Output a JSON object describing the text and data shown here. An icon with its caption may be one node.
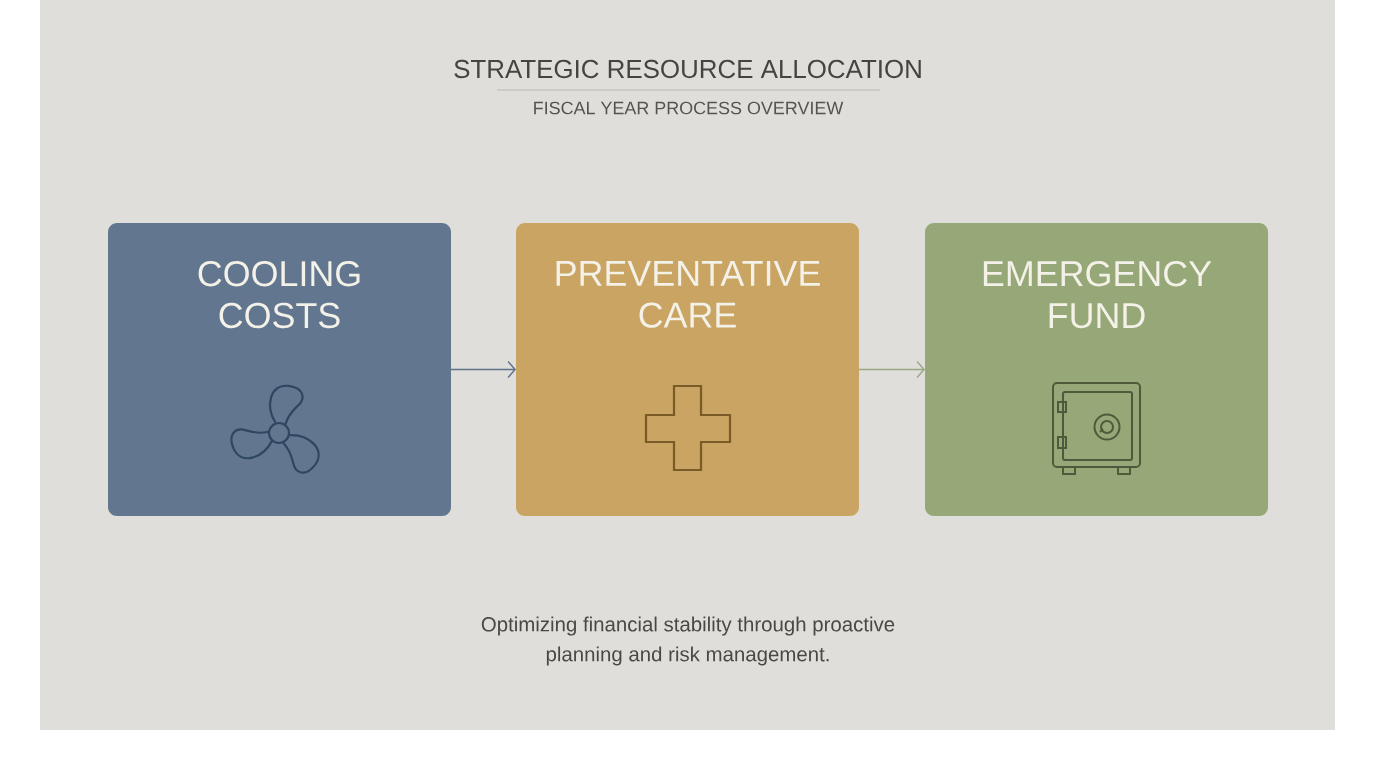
{
  "diagram": {
    "title": "STRATEGIC RESOURCE ALLOCATION",
    "nodes": [
      {
        "text": [
          "COOLING COSTS"
        ]
      },
      {
        "text": [
          "PREVENTATIVE CARE"
        ]
      },
      {
        "text": [
          "EMERGENCY FUND"
        ]
      }
    ],
    "edges": [
      {
        "from": 0,
        "to": 1,
        "arrow": "to",
        "color": "#5f7189"
      },
      {
        "from": 1,
        "to": 2,
        "arrow": "to",
        "color": "#9aa882"
      }
    ],
    "labels": [
      "FISCAL YEAR PROCESS OVERVIEW"
    ],
    "caption": "Optimizing financial stability through proactive planning and risk management."
  }
}
